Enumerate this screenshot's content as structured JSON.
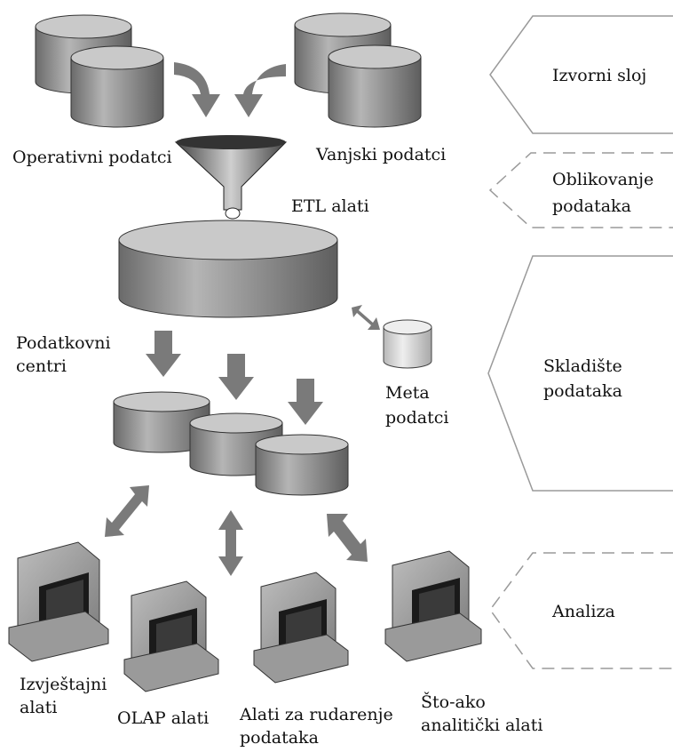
{
  "layers": {
    "source": "Izvorni sloj",
    "shaping": [
      "Oblikovanje",
      "podataka"
    ],
    "warehouse": [
      "Skladište",
      "podataka"
    ],
    "analysis": "Analiza"
  },
  "labels": {
    "operational": "Operativni podatci",
    "external": "Vanjski podatci",
    "etl": "ETL alati",
    "data_centers": [
      "Podatkovni",
      "centri"
    ],
    "meta": [
      "Meta",
      "podatci"
    ],
    "reporting": [
      "Izvještajni",
      "alati"
    ],
    "olap": "OLAP alati",
    "mining": [
      "Alati za rudarenje",
      "podataka"
    ],
    "whatif": [
      "Što-ako",
      "analitički alati"
    ]
  },
  "colors": {
    "cylinder_body": "#8c8c8c",
    "cylinder_top": "#c9c9c9",
    "arrow": "#7a7a7a",
    "meta_cylinder": "#dcdcdc",
    "chevron_stroke": "#9a9a9a"
  }
}
